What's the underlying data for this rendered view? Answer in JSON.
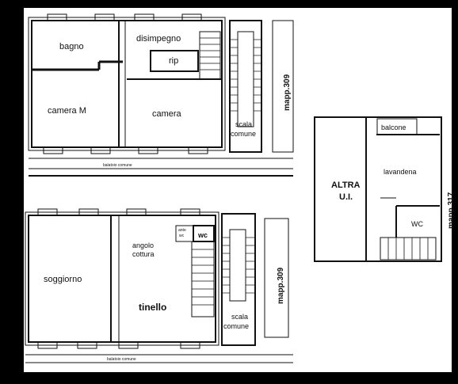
{
  "rooms": {
    "bagno": "bagno",
    "disimpegno": "disimpegno",
    "rip": "rip",
    "camera_m": "camera M",
    "camera": "camera",
    "scala_top_1": "scala",
    "scala_top_2": "comune",
    "soggiorno": "soggiorno",
    "angolo_1": "angolo",
    "angolo_2": "cottura",
    "wc_small": "wc",
    "tinello": "tinello",
    "scala_bottom_1": "scala",
    "scala_bottom_2": "comune",
    "balcone": "balcone",
    "lavanderia": "lavandena",
    "wc_right": "WC",
    "altra_1": "ALTRA",
    "altra_2": "U.I."
  },
  "labels": {
    "mapp_top": "mapp.309",
    "mapp_bottom": "mapp.309",
    "mapp_right": "mapp.317",
    "balcony_top": "balatoio comune",
    "balcony_bottom": "balatoio comune",
    "small_a": "ante",
    "small_b": "wc"
  }
}
